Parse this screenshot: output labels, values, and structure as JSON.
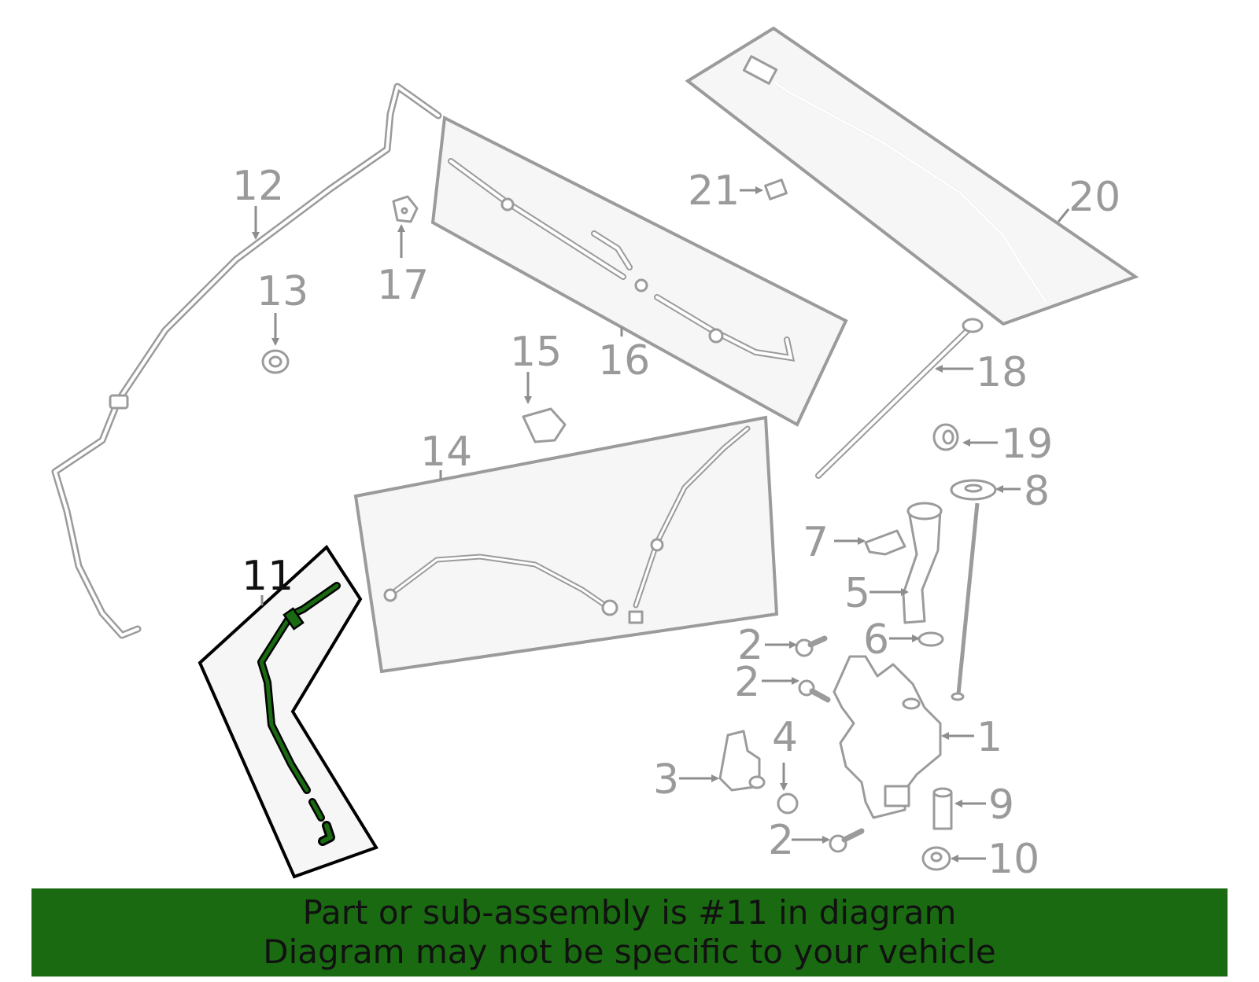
{
  "highlight_color": "#1a6a12",
  "highlight_part": "11",
  "callouts": {
    "c1": "1",
    "c2a": "2",
    "c2b": "2",
    "c2c": "2",
    "c3": "3",
    "c4": "4",
    "c5": "5",
    "c6": "6",
    "c7": "7",
    "c8": "8",
    "c9": "9",
    "c10": "10",
    "c11": "11",
    "c12": "12",
    "c13": "13",
    "c14": "14",
    "c15": "15",
    "c16": "16",
    "c17": "17",
    "c18": "18",
    "c19": "19",
    "c20": "20",
    "c21": "21"
  },
  "banner": {
    "line1": "Part or sub-assembly is #11 in diagram",
    "line2": "Diagram may not be specific to your vehicle"
  }
}
